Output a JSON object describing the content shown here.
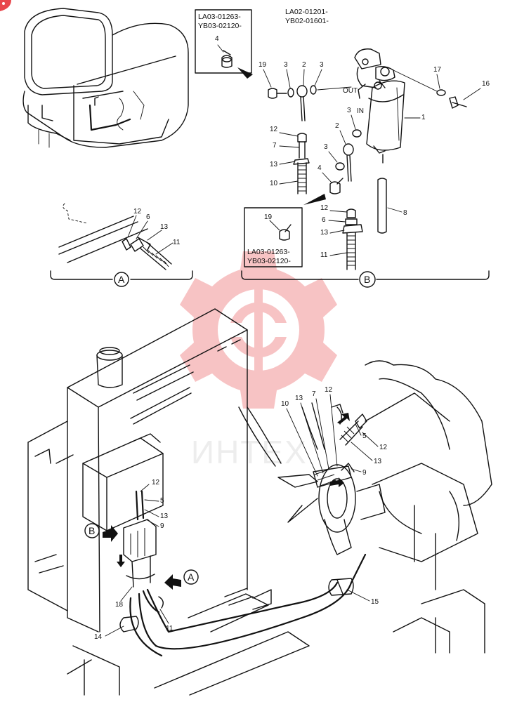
{
  "header": {
    "serial_line_1": "LA02-01201-",
    "serial_line_2": "YB02-01601-"
  },
  "inset_b_top": {
    "serial_line_1": "LA03-01263-",
    "serial_line_2": "YB03-02120-",
    "part": "4"
  },
  "inset_b_mid": {
    "serial_line_1": "LA03-01263-",
    "serial_line_2": "YB03-02120-",
    "part": "19"
  },
  "ports": {
    "out": "OUT",
    "in": "IN"
  },
  "views": {
    "a": "A",
    "b": "B"
  },
  "watermark": {
    "text": "ИНТЕХ",
    "color": "#e8474c"
  },
  "callouts_b": {
    "p1": "1",
    "p2a": "2",
    "p2b": "2",
    "p3a": "3",
    "p3b": "3",
    "p3c": "3",
    "p3d": "3",
    "p4": "4",
    "p6": "6",
    "p7": "7",
    "p8": "8",
    "p10": "10",
    "p11": "11",
    "p12a": "12",
    "p12b": "12",
    "p13a": "13",
    "p13b": "13",
    "p16": "16",
    "p17": "17",
    "p19": "19"
  },
  "callouts_a": {
    "p6": "6",
    "p11": "11",
    "p12": "12",
    "p13": "13"
  },
  "callouts_main": {
    "p5a": "5",
    "p5b": "5",
    "p7": "7",
    "p9a": "9",
    "p9b": "9",
    "p10": "10",
    "p11": "11",
    "p12a": "12",
    "p12b": "12",
    "p12c": "12",
    "p13a": "13",
    "p13b": "13",
    "p13c": "13",
    "p14": "14",
    "p15": "15",
    "p18": "18"
  }
}
